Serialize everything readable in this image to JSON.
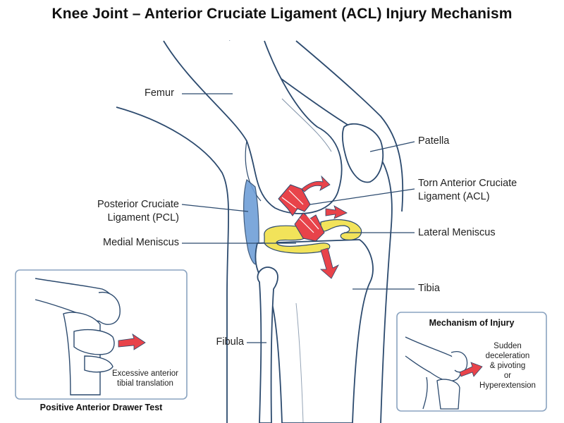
{
  "title": "Knee Joint – Anterior Cruciate Ligament (ACL) Injury Mechanism",
  "labels": {
    "femur": "Femur",
    "patella": "Patella",
    "torn_acl_line1": "Torn Anterior Cruciate",
    "torn_acl_line2": "Ligament (ACL)",
    "pcl_line1": "Posterior Cruciate",
    "pcl_line2": "Ligament (PCL)",
    "medial_meniscus": "Medial Meniscus",
    "lateral_meniscus": "Lateral Meniscus",
    "tibia": "Tibia",
    "fibula": "Fibula"
  },
  "drawer_test": {
    "title": "Positive Anterior Drawer Test",
    "note_line1": "Excessive anterior",
    "note_line2": "tibial translation"
  },
  "mechanism": {
    "title": "Mechanism of Injury",
    "line1": "Sudden",
    "line2": "deceleration",
    "line3": "& pivoting",
    "line4": "or",
    "line5": "Hyperextension"
  },
  "colors": {
    "outline": "#2c4a6e",
    "ligament_red": "#e8434a",
    "meniscus_yellow": "#f2e35a",
    "pcl_blue": "#6f9fd8",
    "box_border": "#8aa3c0"
  }
}
